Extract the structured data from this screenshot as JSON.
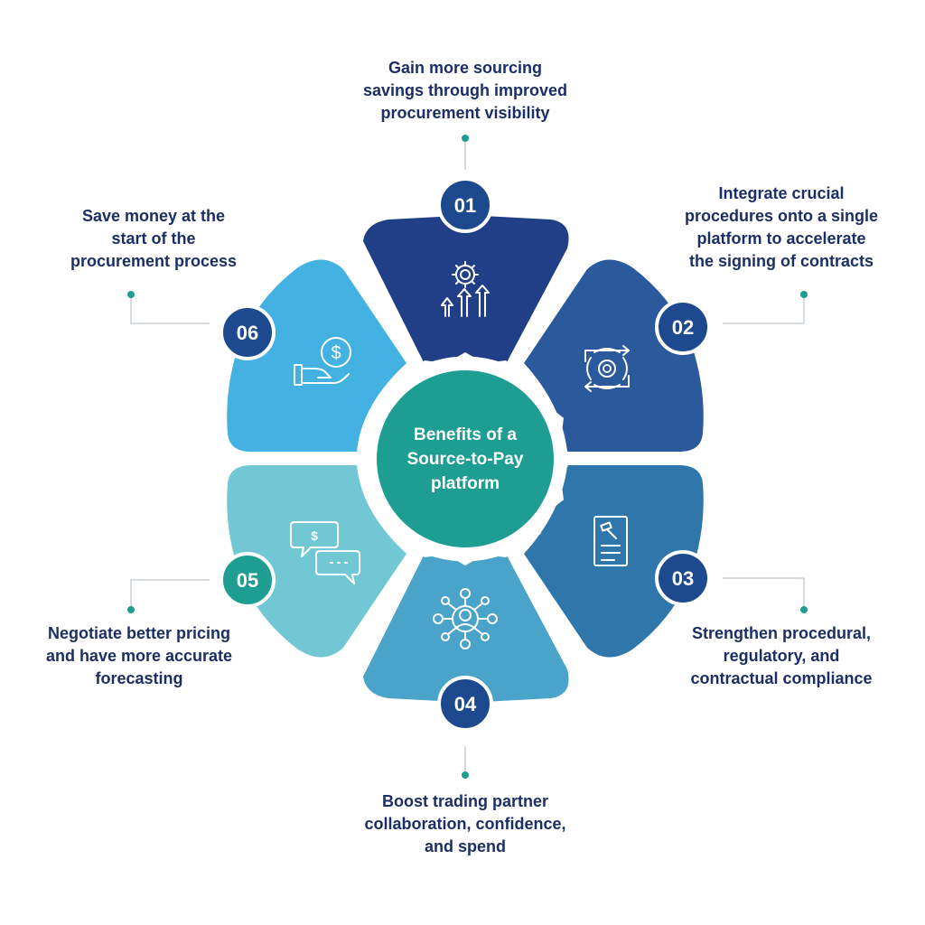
{
  "center": {
    "lines": [
      "Benefits of a",
      "Source-to-Pay",
      "platform"
    ]
  },
  "benefits": [
    {
      "number": "01",
      "lines": [
        "Gain more sourcing",
        "savings through improved",
        "procurement visibility"
      ],
      "icon": "gear-growth-arrows-icon",
      "color": "#213f87"
    },
    {
      "number": "02",
      "lines": [
        "Integrate crucial",
        "procedures onto a single",
        "platform to accelerate",
        "the signing of contracts"
      ],
      "icon": "process-cycle-gear-icon",
      "color": "#2a5a9c"
    },
    {
      "number": "03",
      "lines": [
        "Strengthen procedural,",
        "regulatory, and",
        "contractual compliance"
      ],
      "icon": "gavel-document-icon",
      "color": "#2f76ab"
    },
    {
      "number": "04",
      "lines": [
        "Boost trading partner",
        "collaboration, confidence,",
        "and spend"
      ],
      "icon": "network-person-icon",
      "color": "#4aa3c8"
    },
    {
      "number": "05",
      "lines": [
        "Negotiate better pricing",
        "and have more accurate",
        "forecasting"
      ],
      "icon": "chat-dollar-icon",
      "color": "#71c7d3"
    },
    {
      "number": "06",
      "lines": [
        "Save money at the",
        "start of the",
        "procurement process"
      ],
      "icon": "hand-coin-icon",
      "color": "#43b1e1"
    }
  ],
  "colors": {
    "text": "#1b2f66",
    "center": "#1e9d93",
    "connector": "#1e9d93",
    "badge_05": "#1e9d93",
    "badge_default": "#1d4a8e"
  }
}
